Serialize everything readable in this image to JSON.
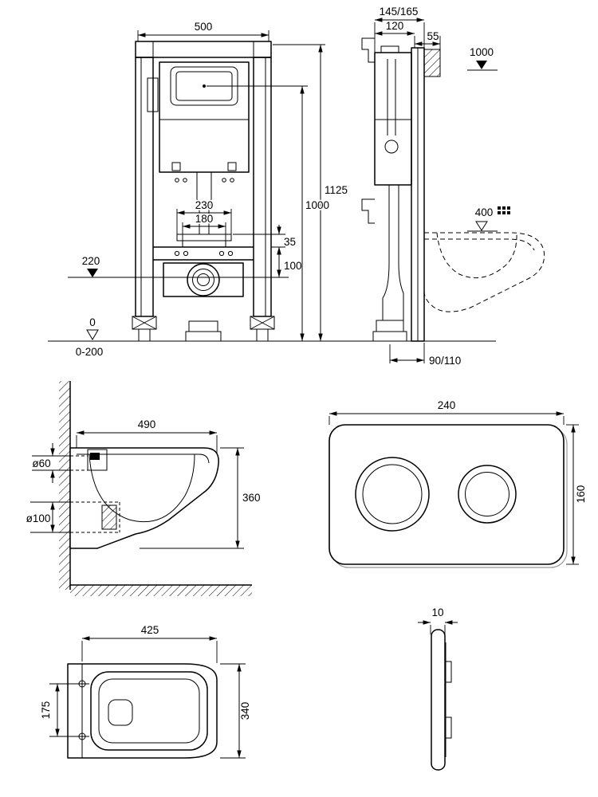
{
  "views": {
    "frame_front": {
      "width": "500",
      "total_height": "1125",
      "panel_height": "1000",
      "flange_width_outer": "230",
      "flange_width_inner": "180",
      "flange_offset": "35",
      "crossbar_offset": "100",
      "drain_level": "220",
      "floor_level": "0",
      "adjust_range": "0-200"
    },
    "frame_side": {
      "depth_range": "145/165",
      "frame_depth": "120",
      "bracket_depth": "55",
      "button_height": "1000",
      "supply_height": "400",
      "outlet_offset": "90/110"
    },
    "bowl_side": {
      "depth": "490",
      "inlet_diameter": "ø60",
      "outlet_diameter": "ø100",
      "height": "360"
    },
    "plate_front": {
      "width": "240",
      "height": "160"
    },
    "bowl_top": {
      "width": "425",
      "bolt_spacing": "175",
      "depth": "340"
    },
    "plate_side": {
      "thickness": "10"
    }
  },
  "symbols": {
    "filled_level_marker": "▼",
    "open_level_marker": "▽"
  },
  "colors": {
    "line": "#000000",
    "shadow": "#999999",
    "background": "#ffffff"
  }
}
